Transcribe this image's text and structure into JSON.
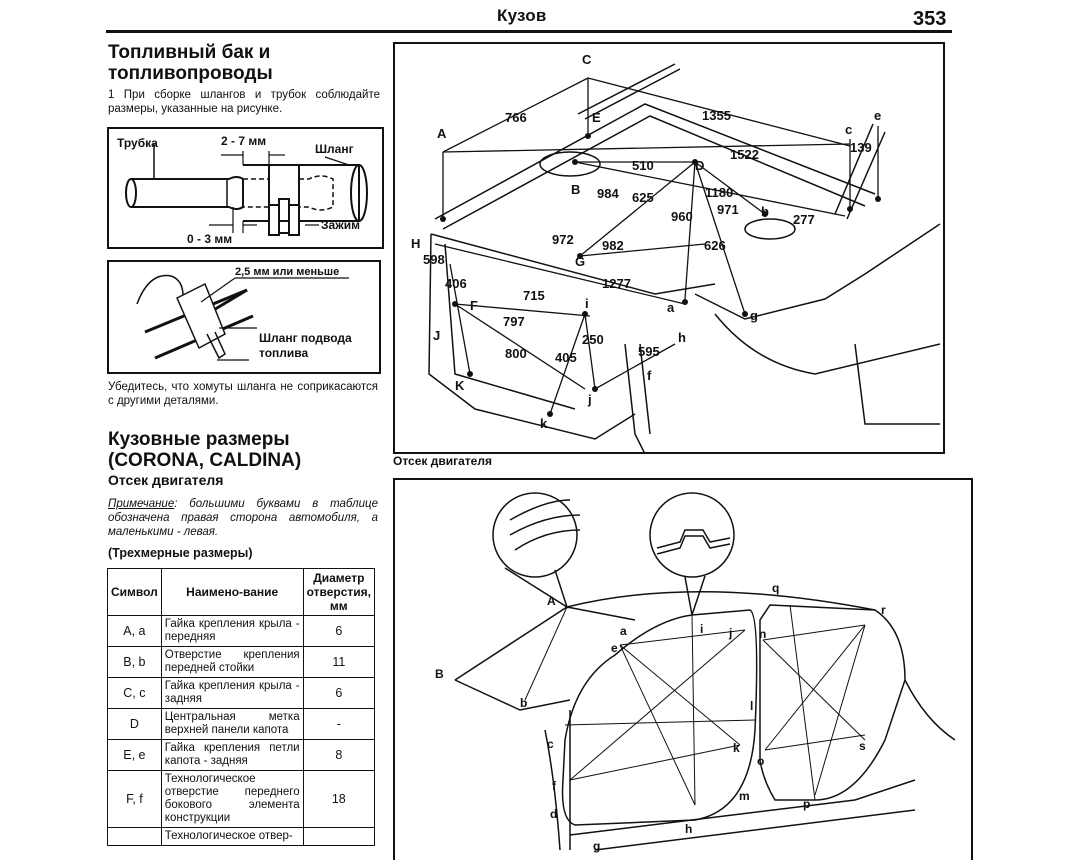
{
  "header": {
    "section_title": "Кузов",
    "page_number": "353"
  },
  "fuel_section": {
    "title": "Топливный бак и топливопроводы",
    "step_1": "1  При сборке шлангов и трубок соблюдайте размеры, указанные на рисунке.",
    "figure_1": {
      "label_pipe": "Трубка",
      "label_dim_top": "2 - 7 мм",
      "label_hose": "Шланг",
      "label_dim_bottom": "0 - 3 мм",
      "label_clamp": "Зажим"
    },
    "figure_2": {
      "label_gap": "2,5 мм или меньше",
      "label_hose_line1": "Шланг подвода",
      "label_hose_line2": "топлива"
    },
    "clamp_note": "Убедитесь, что хомуты шланга не соприкасаются с другими деталями."
  },
  "body_dims_section": {
    "title_line1": "Кузовные размеры",
    "title_line2": "(CORONA, CALDINA)",
    "engine_bay_heading": "Отсек двигателя",
    "note_label": "Примечание",
    "note_text": ": большими буквами в таблице обозначена правая сторона автомобиля, а маленькими - левая.",
    "three_d_label": "(Трехмерные размеры)",
    "table": {
      "headers": [
        "Символ",
        "Наимено-вание",
        "Диаметр отверстия, мм"
      ],
      "rows": [
        {
          "symbol": "A, a",
          "name": "Гайка крепления крыла - передняя",
          "diameter": "6"
        },
        {
          "symbol": "B, b",
          "name": "Отверстие крепления передней стойки",
          "diameter": "11"
        },
        {
          "symbol": "C, c",
          "name": "Гайка крепления крыла - задняя",
          "diameter": "6"
        },
        {
          "symbol": "D",
          "name": "Центральная метка верхней панели капота",
          "diameter": "-"
        },
        {
          "symbol": "E, e",
          "name": "Гайка крепления петли капота - задняя",
          "diameter": "8"
        },
        {
          "symbol": "F, f",
          "name": "Технологическое отверстие переднего бокового элемента конструкции",
          "diameter": "18"
        },
        {
          "symbol": "",
          "name": "Технологическое отвер-",
          "diameter": ""
        }
      ]
    }
  },
  "engine_figure": {
    "caption": "Отсек двигателя",
    "points": [
      "A",
      "B",
      "C",
      "D",
      "E",
      "F",
      "G",
      "H",
      "J",
      "K",
      "a",
      "b",
      "c",
      "e",
      "f",
      "g",
      "h",
      "i",
      "j",
      "k"
    ],
    "dimensions": {
      "A_C": "766",
      "C_e": "1355",
      "A_c": "1522",
      "c_e": "139",
      "B_D": "510",
      "B_984": "984",
      "D_625": "625",
      "D_1180": "1180",
      "D_960": "960",
      "D_971": "971",
      "b_277": "277",
      "G_972": "972",
      "G_982": "982",
      "D_626": "626",
      "H_598": "598",
      "F_406": "406",
      "F_715": "715",
      "H_1277": "1277",
      "J_797": "797",
      "K_800": "800",
      "j_250": "250",
      "k_405": "405",
      "f_595": "595"
    }
  },
  "side_figure": {
    "points": [
      "A",
      "B",
      "a",
      "b",
      "c",
      "d",
      "e",
      "f",
      "g",
      "h",
      "i",
      "j",
      "k",
      "l",
      "m",
      "n",
      "o",
      "p",
      "q",
      "r",
      "s"
    ]
  }
}
